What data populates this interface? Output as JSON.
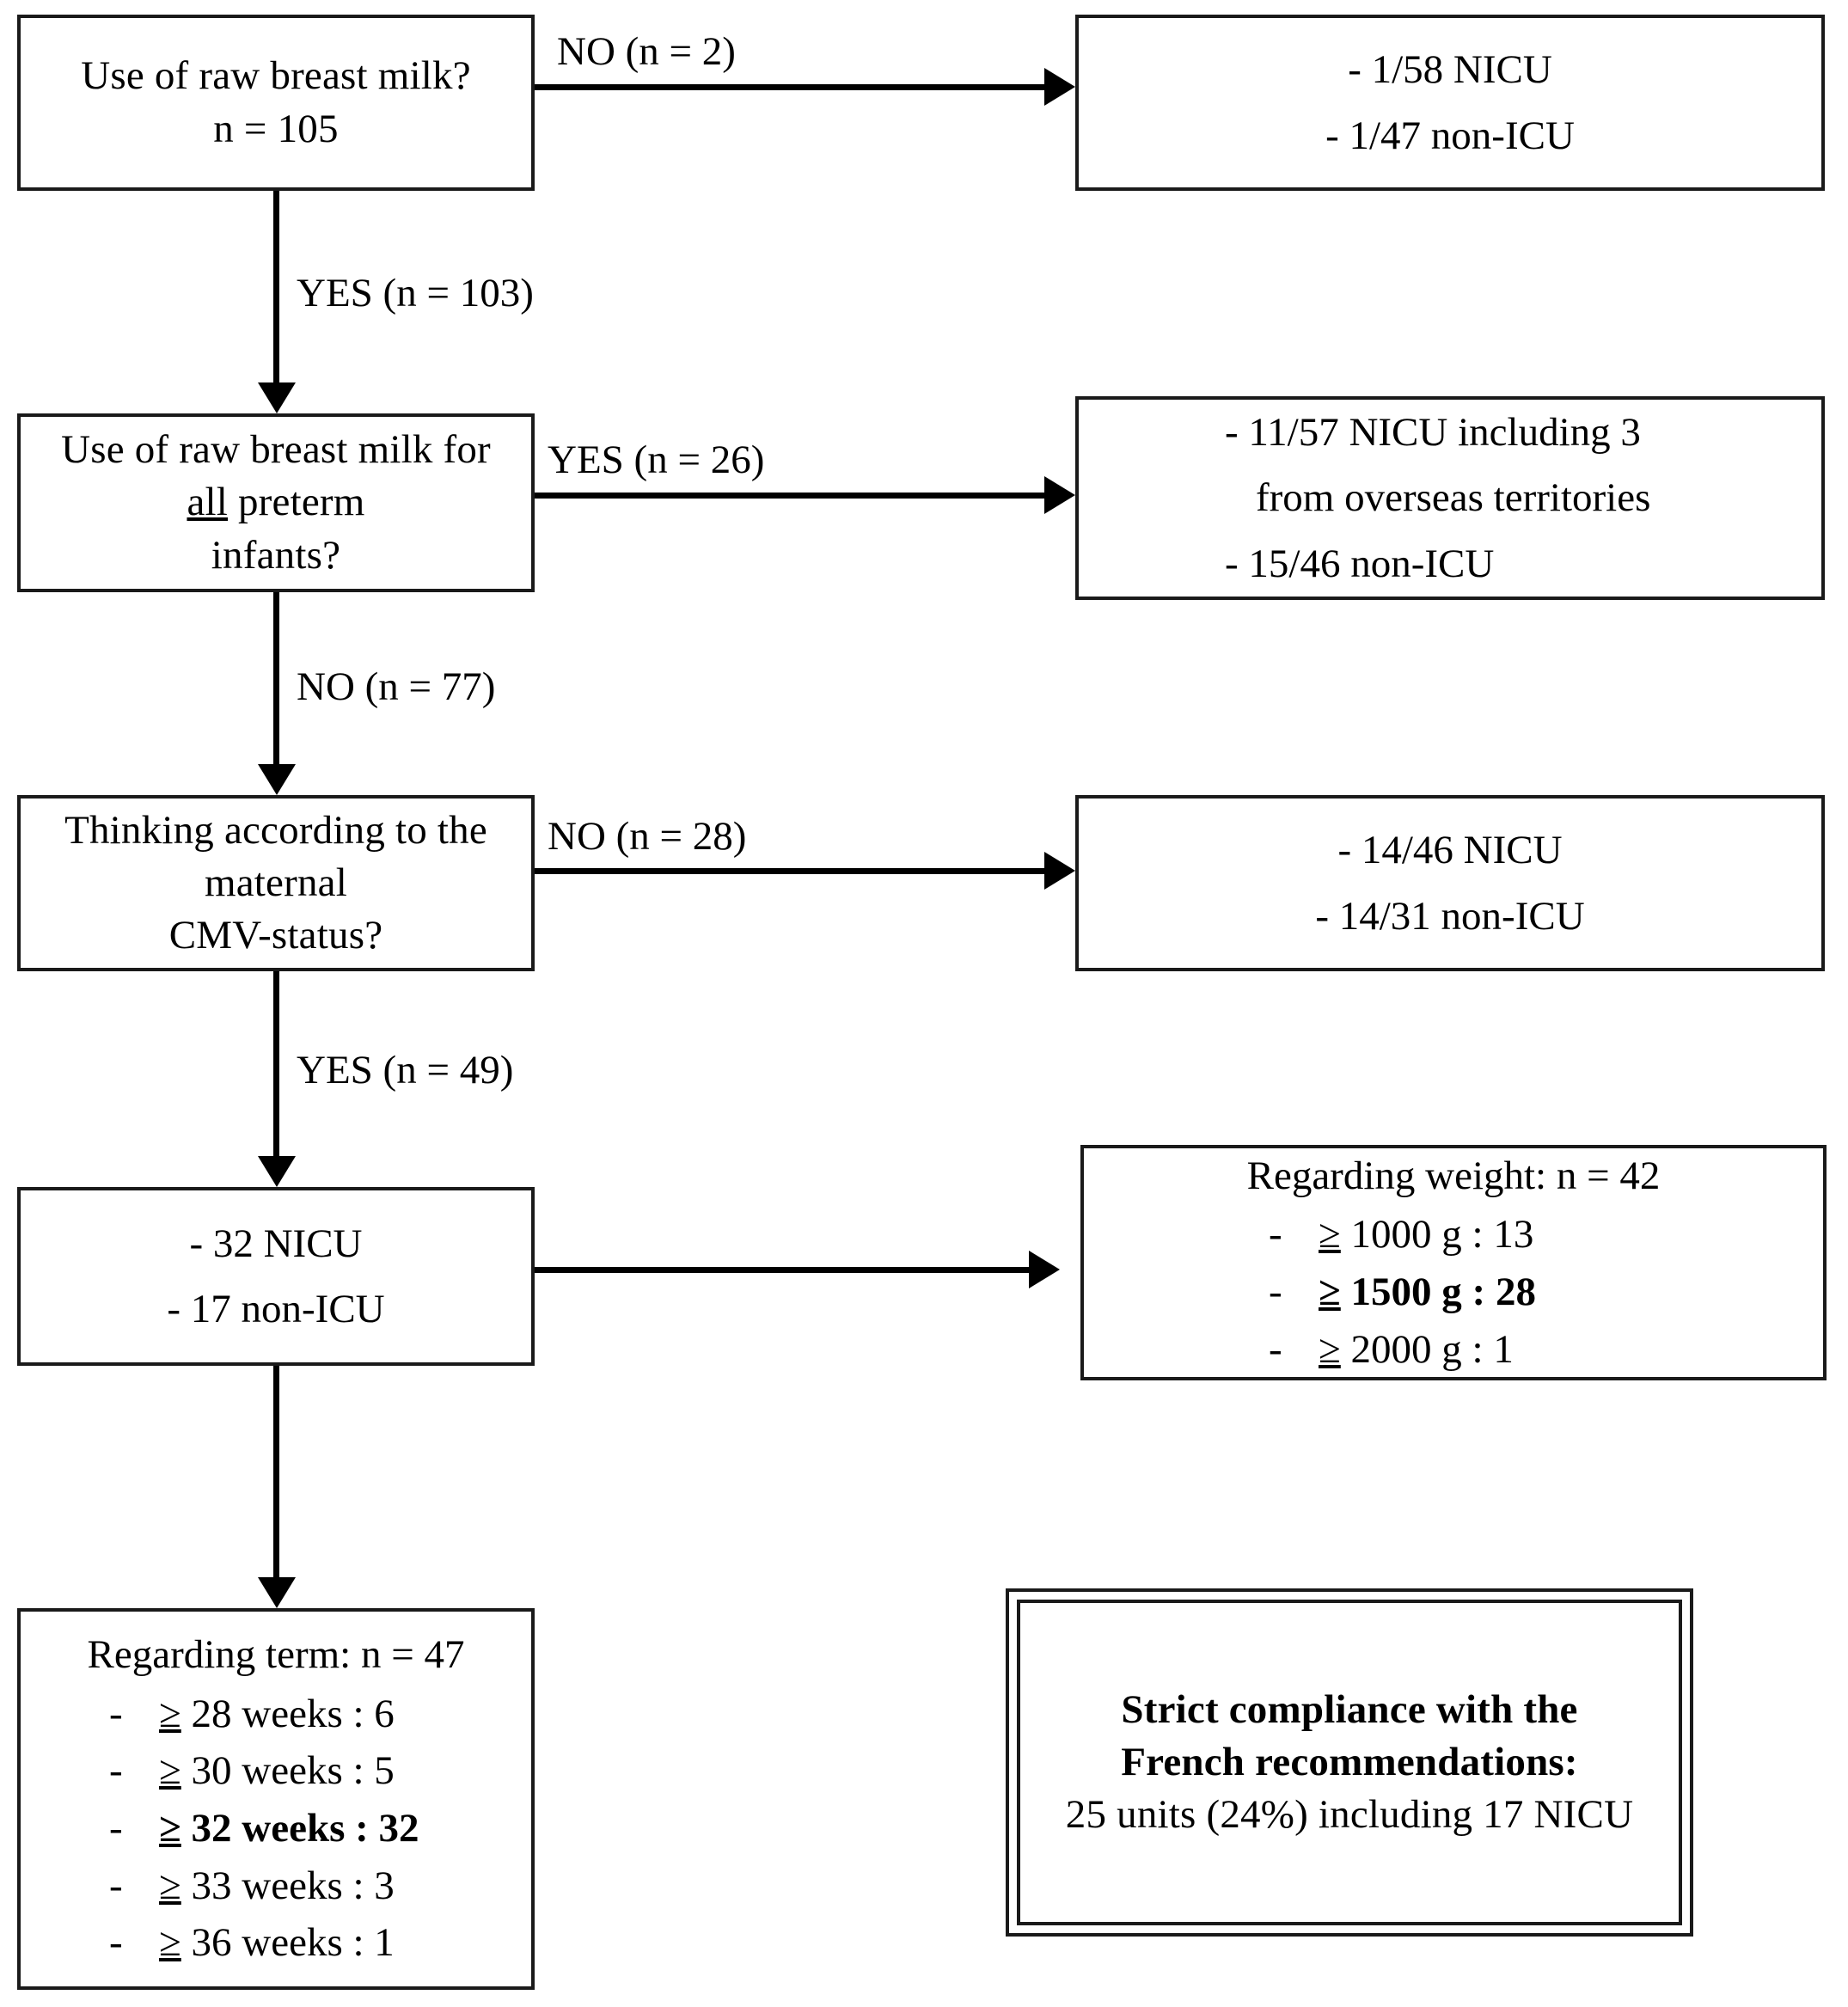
{
  "diagram": {
    "title": "Raw breast milk use flowchart",
    "accent_color": "#000000",
    "background": "#ffffff"
  },
  "nodes": {
    "q1": {
      "line1": "Use of raw breast milk?",
      "line2": "n = 105"
    },
    "out1": {
      "line1": "- 1/58 NICU",
      "line2": "- 1/47 non-ICU"
    },
    "q2": {
      "line1_a": "Use of raw breast milk for ",
      "line1_u": "all",
      "line1_b": " preterm",
      "line2": "infants?"
    },
    "out2": {
      "line1": "- 11/57 NICU including 3",
      "line2": "from overseas territories",
      "line3": "- 15/46 non-ICU"
    },
    "q3": {
      "line1": "Thinking according to the maternal",
      "line2": "CMV-status?"
    },
    "out3": {
      "line1": "- 14/46 NICU",
      "line2": "- 14/31 non-ICU"
    },
    "result": {
      "line1": "- 32 NICU",
      "line2": "- 17 non-ICU"
    },
    "weight": {
      "header": "Regarding weight: n = 42",
      "items": [
        {
          "dash": "-",
          "ge": "≥",
          "text": " 1000 g : 13",
          "bold": false
        },
        {
          "dash": "-",
          "ge": "≥",
          "text": " 1500 g : 28",
          "bold": true
        },
        {
          "dash": "-",
          "ge": "≥",
          "text": " 2000 g : 1",
          "bold": false
        }
      ]
    },
    "term": {
      "header": "Regarding term: n = 47",
      "items": [
        {
          "dash": "-",
          "ge": "≥",
          "text": " 28 weeks : 6",
          "bold": false
        },
        {
          "dash": "-",
          "ge": "≥",
          "text": " 30 weeks : 5",
          "bold": false
        },
        {
          "dash": "-",
          "ge": "≥",
          "text": " 32 weeks : 32",
          "bold": true
        },
        {
          "dash": "-",
          "ge": "≥",
          "text": " 33 weeks : 3",
          "bold": false
        },
        {
          "dash": "-",
          "ge": "≥",
          "text": " 36 weeks : 1",
          "bold": false
        }
      ]
    },
    "compliance": {
      "line1": "Strict compliance with the",
      "line2": "French recommendations:",
      "line3": "25 units (24%) including 17 NICU"
    }
  },
  "edges": {
    "no_2": "NO (n = 2)",
    "yes_103": "YES (n = 103)",
    "yes_26": "YES (n = 26)",
    "no_77": "NO (n = 77)",
    "no_28": "NO (n = 28)",
    "yes_49": "YES (n = 49)"
  }
}
